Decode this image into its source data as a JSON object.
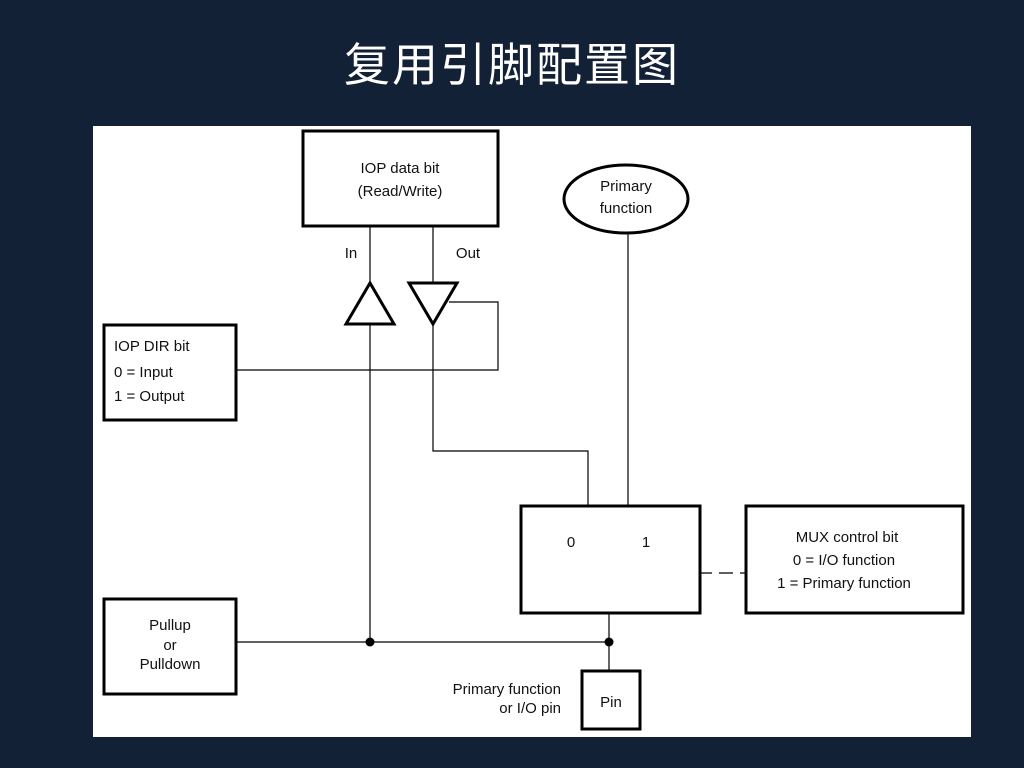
{
  "title": "复用引脚配置图",
  "diagram": {
    "iop_data_bit": {
      "line1": "IOP data bit",
      "line2": "(Read/Write)"
    },
    "in_label": "In",
    "out_label": "Out",
    "primary_function_node": {
      "line1": "Primary",
      "line2": "function"
    },
    "iop_dir_bit": {
      "line1": "IOP DIR bit",
      "line2": "0 = Input",
      "line3": "1 = Output"
    },
    "mux_switch": {
      "input0": "0",
      "input1": "1"
    },
    "mux_control_bit": {
      "line1": "MUX control bit",
      "line2": "0 = I/O function",
      "line3": "1 = Primary function"
    },
    "pullup_pulldown": {
      "line1": "Pullup",
      "line2": "or",
      "line3": "Pulldown"
    },
    "pin_caption": {
      "line1": "Primary function",
      "line2": "or I/O pin"
    },
    "pin_box": {
      "label": "Pin"
    }
  }
}
